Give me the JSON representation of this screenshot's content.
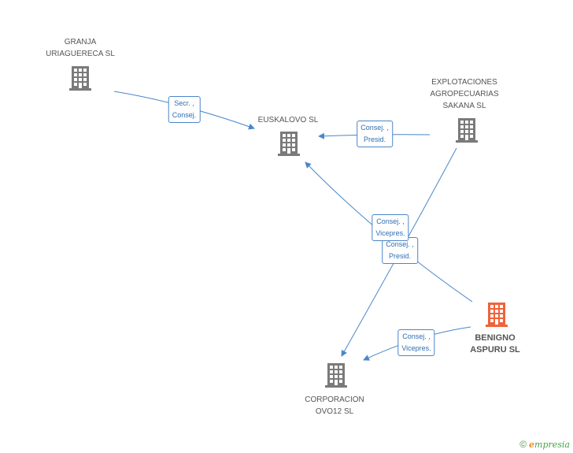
{
  "nodes": {
    "granja": {
      "lines": [
        "GRANJA",
        "URIAGUERECA SL"
      ]
    },
    "euskalovo": {
      "lines": [
        "EUSKALOVO SL"
      ]
    },
    "explotaciones": {
      "lines": [
        "EXPLOTACIONES",
        "AGROPECUARIAS",
        "SAKANA SL"
      ]
    },
    "benigno": {
      "lines": [
        "BENIGNO",
        "ASPURU SL"
      ]
    },
    "corporacion": {
      "lines": [
        "CORPORACION",
        "OVO12 SL"
      ]
    }
  },
  "edges": {
    "granja_euskalovo": {
      "lines": [
        "Secr. ,",
        "Consej."
      ]
    },
    "explotaciones_euskalovo": {
      "lines": [
        "Consej. ,",
        "Presid."
      ]
    },
    "benigno_euskalovo": {
      "lines": [
        "Consej. ,",
        "Vicepres."
      ]
    },
    "explotaciones_corporacion": {
      "lines": [
        "Consej. ,",
        "Presid."
      ]
    },
    "benigno_corporacion": {
      "lines": [
        "Consej. ,",
        "Vicepres."
      ]
    }
  },
  "colors": {
    "building": "#7a7a7a",
    "building_main": "#f0623a",
    "edge": "#4a86c9",
    "edge_text": "#2f6fb3"
  },
  "icons": {
    "building": "building-icon",
    "copyright": "copyright-icon"
  },
  "footer": {
    "copyright_symbol": "©",
    "brand_initial": "e",
    "brand_rest": "mpresia"
  }
}
